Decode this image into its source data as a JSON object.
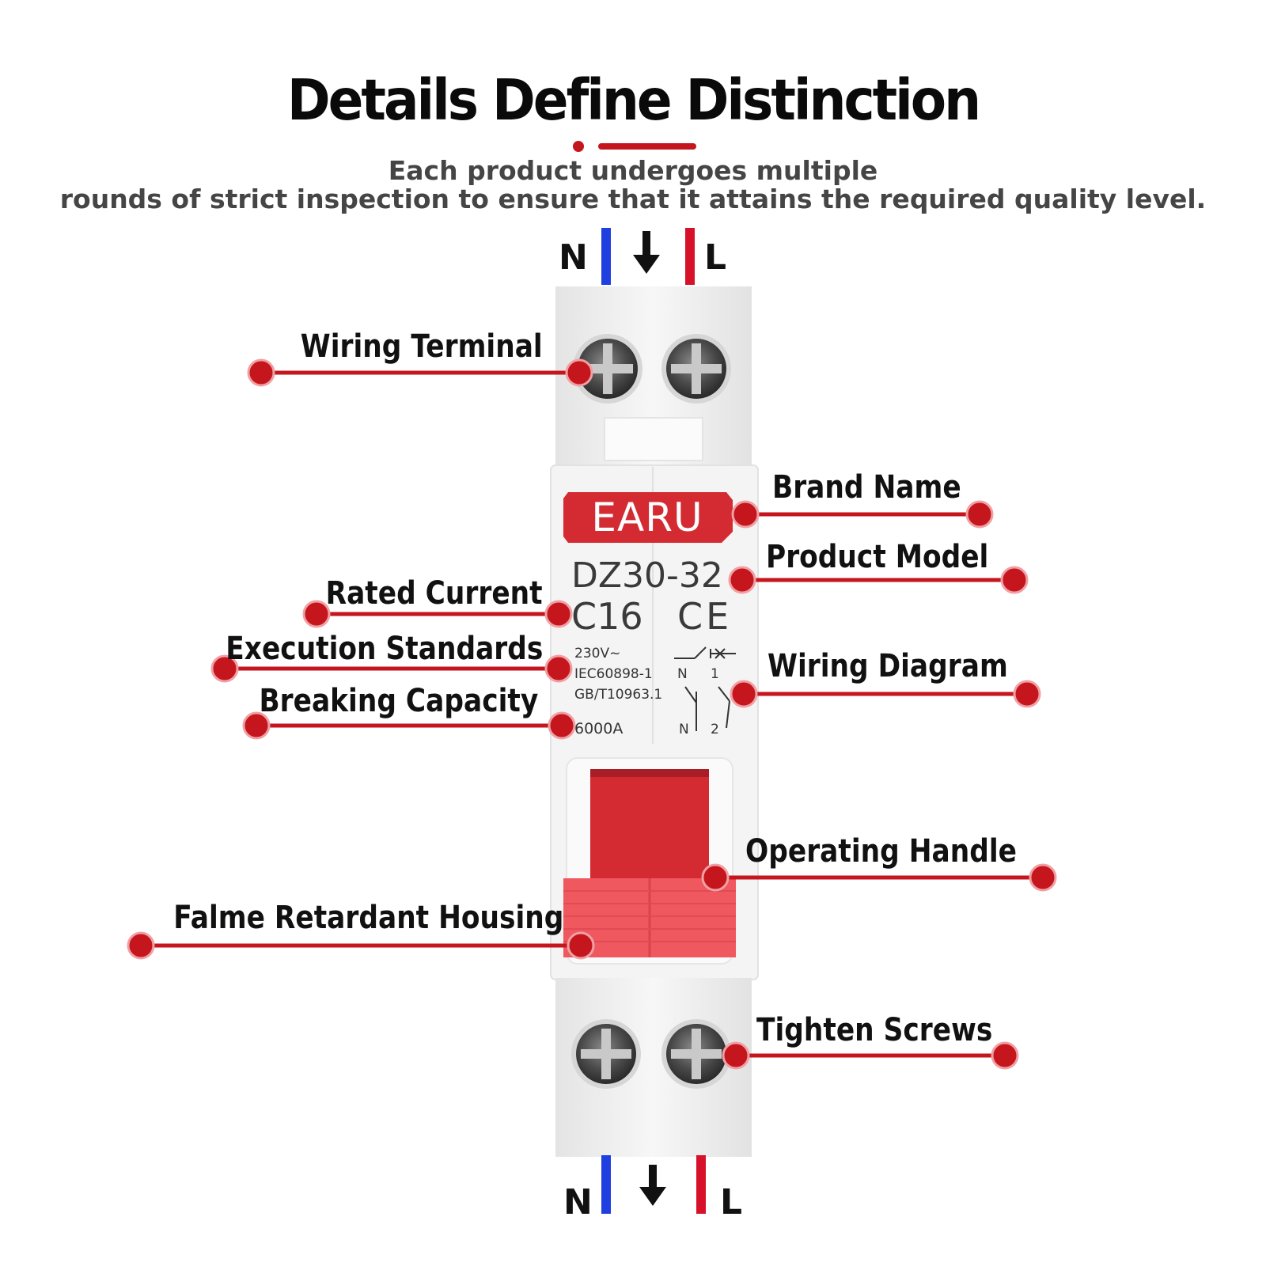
{
  "header": {
    "title": "Details Define Distinction",
    "subtitle_line1": "Each product undergoes multiple",
    "subtitle_line2": "rounds of strict inspection to ensure that it attains the required quality level."
  },
  "wiring": {
    "neutral_label": "N",
    "live_label": "L",
    "neutral_color": "#1f3fe0",
    "live_color": "#d8112b"
  },
  "device": {
    "brand": "EARU",
    "model": "DZ30-32",
    "rating": "C16",
    "ce_mark": "CE",
    "voltage": "230V~",
    "standard1": "IEC60898-1",
    "standard2": "GB/T10963.1",
    "breaking": "6000A",
    "diagram_top_left": "N",
    "diagram_top_right": "1",
    "diagram_bottom_left": "N",
    "diagram_bottom_right": "2",
    "handle_color": "#d42a32",
    "housing_color": "#f0f0f0"
  },
  "callouts": {
    "wiring_terminal": "Wiring Terminal",
    "brand_name": "Brand Name",
    "product_model": "Product Model",
    "rated_current": "Rated Current",
    "execution_standards": "Execution Standards",
    "wiring_diagram": "Wiring Diagram",
    "breaking_capacity": "Breaking Capacity",
    "operating_handle": "Operating Handle",
    "housing": "Falme Retardant Housing",
    "tighten_screws": "Tighten Screws"
  },
  "accent_color": "#c4161c"
}
